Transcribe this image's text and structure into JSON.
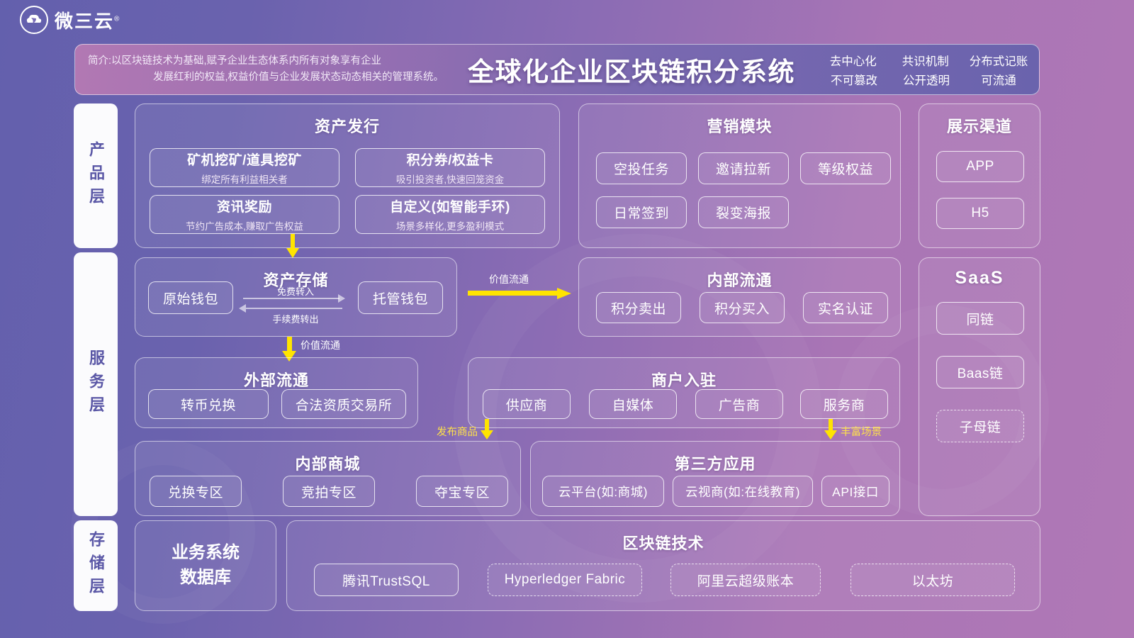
{
  "brand": {
    "name": "微三云",
    "registered": "®"
  },
  "header": {
    "intro_line1": "简介:以区块链技术为基础,赋予企业生态体系内所有对象享有企业",
    "intro_line2": "发展红利的权益,权益价值与企业发展状态动态相关的管理系统。",
    "title": "全球化企业区块链积分系统",
    "tags_row1": [
      "去中心化",
      "共识机制",
      "分布式记账"
    ],
    "tags_row2": [
      "不可篡改",
      "公开透明",
      "可流通"
    ]
  },
  "layers": {
    "product": "产品层",
    "service": "服务层",
    "storage": "存储层"
  },
  "asset_issue": {
    "title": "资产发行",
    "items": [
      {
        "main": "矿机挖矿/道具挖矿",
        "sub": "绑定所有利益相关者"
      },
      {
        "main": "积分券/权益卡",
        "sub": "吸引投资者,快速回笼资金"
      },
      {
        "main": "资讯奖励",
        "sub": "节约广告成本,赚取广告权益"
      },
      {
        "main": "自定义(如智能手环)",
        "sub": "场景多样化,更多盈利模式"
      }
    ]
  },
  "marketing": {
    "title": "营销模块",
    "items": [
      "空投任务",
      "邀请拉新",
      "等级权益",
      "日常签到",
      "裂变海报"
    ]
  },
  "display_channel": {
    "title": "展示渠道",
    "items": [
      "APP",
      "H5"
    ]
  },
  "asset_storage": {
    "title": "资产存储",
    "left_wallet": "原始钱包",
    "right_wallet": "托管钱包",
    "arrow_in": "免费转入",
    "arrow_out": "手续费转出"
  },
  "internal_circulation": {
    "title": "内部流通",
    "items": [
      "积分卖出",
      "积分买入",
      "实名认证"
    ]
  },
  "saas": {
    "title": "SaaS",
    "items": [
      {
        "label": "同链",
        "dashed": false
      },
      {
        "label": "Baas链",
        "dashed": false
      },
      {
        "label": "子母链",
        "dashed": true
      }
    ]
  },
  "external_circulation": {
    "title": "外部流通",
    "items": [
      "转币兑换",
      "合法资质交易所"
    ]
  },
  "merchant": {
    "title": "商户入驻",
    "items": [
      "供应商",
      "自媒体",
      "广告商",
      "服务商"
    ]
  },
  "internal_mall": {
    "title": "内部商城",
    "items": [
      "兑换专区",
      "竞拍专区",
      "夺宝专区"
    ]
  },
  "third_party": {
    "title": "第三方应用",
    "items": [
      "云平台(如:商城)",
      "云视商(如:在线教育)",
      "API接口"
    ]
  },
  "business_db": {
    "line1": "业务系统",
    "line2": "数据库"
  },
  "blockchain_tech": {
    "title": "区块链技术",
    "items": [
      {
        "label": "腾讯TrustSQL",
        "dashed": false
      },
      {
        "label": "Hyperledger Fabric",
        "dashed": true
      },
      {
        "label": "阿里云超级账本",
        "dashed": true
      },
      {
        "label": "以太坊",
        "dashed": true
      }
    ]
  },
  "flow_labels": {
    "value_flow_right": "价值流通",
    "value_flow_down": "价值流通",
    "publish_goods": "发布商品",
    "rich_scenarios": "丰富场景"
  },
  "colors": {
    "arrow_yellow": "#ffe400",
    "bg_left": "#6360ad",
    "bg_right": "#b078b6",
    "layer_label_text": "#5a57a6"
  }
}
